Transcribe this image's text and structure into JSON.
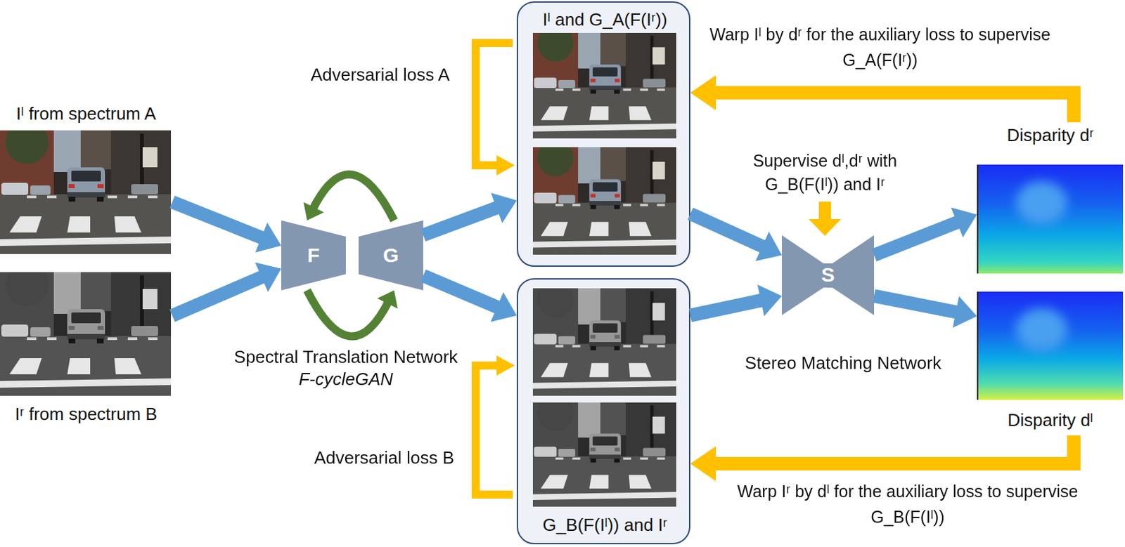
{
  "diagram": {
    "nodes": [
      {
        "text": [
          "Iˡ from spectrum A"
        ]
      },
      {
        "text": [
          "Iʳ from spectrum B"
        ]
      },
      {
        "text": [
          "F"
        ]
      },
      {
        "text": [
          "G"
        ]
      },
      {
        "text": [
          "Iˡ and G_A(F(Iʳ))"
        ]
      },
      {
        "text": [
          "G_B(F(Iˡ)) and Iʳ"
        ]
      },
      {
        "text": [
          "S"
        ]
      },
      {
        "text": [
          "Disparity dʳ"
        ]
      },
      {
        "text": [
          "Disparity dˡ"
        ]
      }
    ],
    "edges": [
      {
        "from": 0,
        "to": 2,
        "arrow": "to"
      },
      {
        "from": 1,
        "to": 2,
        "arrow": "to"
      },
      {
        "from": 3,
        "to": 2,
        "arrow": "to"
      },
      {
        "from": 2,
        "to": 3,
        "arrow": "to"
      },
      {
        "from": 3,
        "to": 4,
        "arrow": "to"
      },
      {
        "from": 3,
        "to": 5,
        "arrow": "to"
      },
      {
        "from": 4,
        "to": 6,
        "arrow": "to"
      },
      {
        "from": 5,
        "to": 6,
        "arrow": "to"
      },
      {
        "from": 6,
        "to": 7,
        "arrow": "to"
      },
      {
        "from": 6,
        "to": 8,
        "arrow": "to"
      },
      {
        "from": 7,
        "to": 4,
        "label": "Warp Iˡ by dʳ for the auxiliary loss to supervise G_A(F(Iʳ))",
        "arrow": "to"
      },
      {
        "from": 8,
        "to": 5,
        "label": "Warp Iʳ by dˡ for the auxiliary loss to supervise G_B(F(Iˡ))",
        "arrow": "to"
      }
    ],
    "labels": [
      "Spectral Translation Network",
      "F-cycleGAN",
      "Adversarial loss A",
      "Adversarial loss B",
      "Supervise dˡ,dʳ with G_B(F(Iˡ)) and Iʳ",
      "Stereo Matching Network"
    ]
  }
}
